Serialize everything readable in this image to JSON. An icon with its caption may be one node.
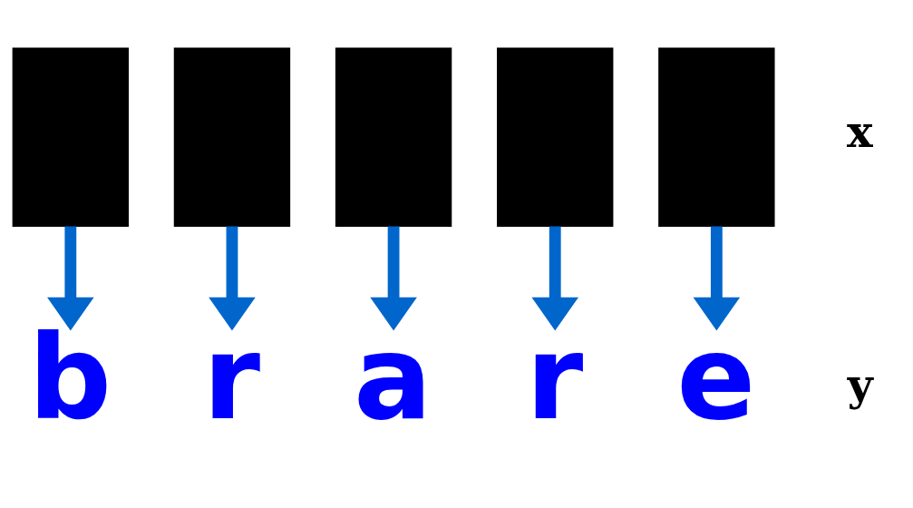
{
  "diagram": {
    "nodes": [
      {
        "text": [],
        "shape": "box"
      },
      {
        "text": [],
        "shape": "box"
      },
      {
        "text": [],
        "shape": "box"
      },
      {
        "text": [],
        "shape": "box"
      },
      {
        "text": [],
        "shape": "box"
      },
      {
        "text": [
          "b"
        ]
      },
      {
        "text": [
          "r"
        ]
      },
      {
        "text": [
          "a"
        ]
      },
      {
        "text": [
          "r"
        ]
      },
      {
        "text": [
          "e"
        ]
      }
    ],
    "edges": [
      {
        "from": 0,
        "to": 5,
        "arrow": "to"
      },
      {
        "from": 1,
        "to": 6,
        "arrow": "to"
      },
      {
        "from": 2,
        "to": 7,
        "arrow": "to"
      },
      {
        "from": 3,
        "to": 8,
        "arrow": "to"
      },
      {
        "from": 4,
        "to": 9,
        "arrow": "to"
      }
    ],
    "labels": [
      "x",
      "y"
    ]
  }
}
